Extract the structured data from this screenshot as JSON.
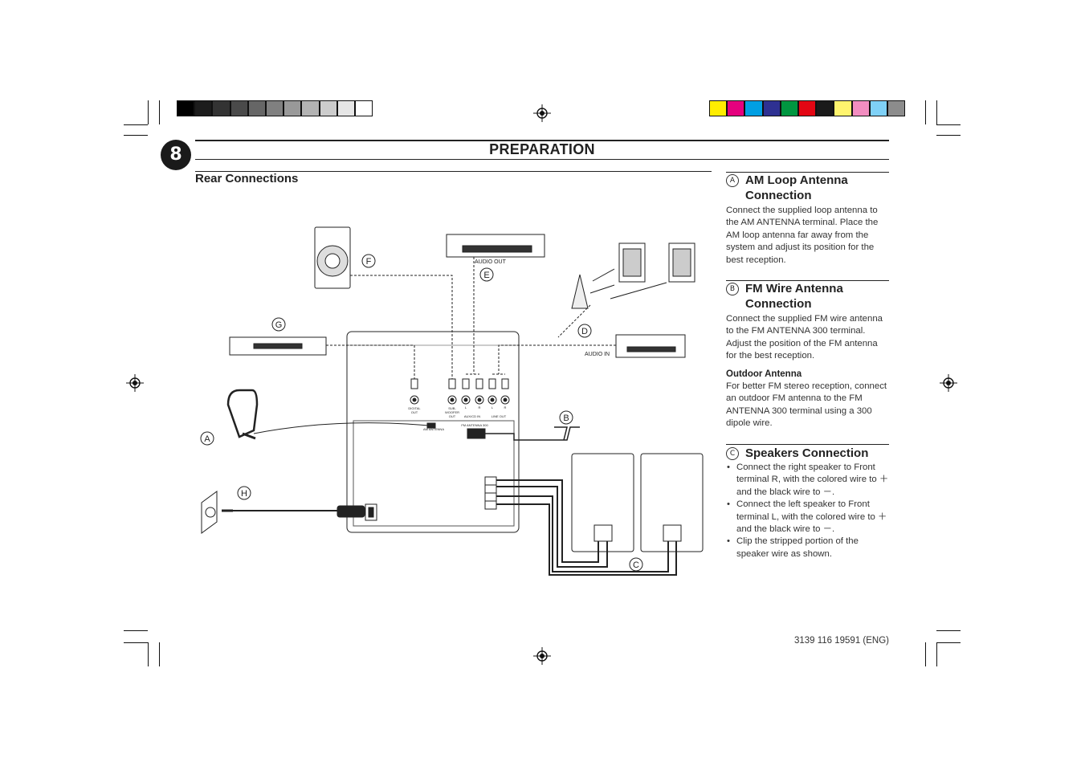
{
  "page": {
    "number": "8",
    "title": "PREPARATION",
    "diagram_title": "Rear Connections",
    "footer_code": "3139 116 19591 (ENG)"
  },
  "diagram": {
    "callouts": [
      "A",
      "B",
      "C",
      "D",
      "E",
      "F",
      "G",
      "H"
    ],
    "labels": {
      "audio_out": "AUDIO OUT",
      "audio_in": "AUDIO IN",
      "digital_out_1": "DIGITAL",
      "digital_out_2": "OUT",
      "subwoofer_1": "SUB-",
      "subwoofer_2": "WOOFER",
      "subwoofer_3": "OUT",
      "aux_in": "AUX/CD IN",
      "line_out": "LINE OUT",
      "jack_l1": "L",
      "jack_r1": "R",
      "jack_l2": "L",
      "jack_r2": "R",
      "am_antenna": "AM ANTENNA",
      "fm_antenna": "FM ANTENNA 300"
    }
  },
  "sections": {
    "am": {
      "letter": "A",
      "heading": "AM Loop Antenna Connection",
      "body": "Connect the supplied loop antenna to the AM ANTENNA terminal. Place the AM loop antenna far away from the system and adjust its position for the best reception."
    },
    "fm": {
      "letter": "B",
      "heading": "FM Wire Antenna Connection",
      "body": "Connect the supplied FM wire antenna to the FM ANTENNA 300     terminal. Adjust the position of the FM antenna for the best reception."
    },
    "outdoor": {
      "heading": "Outdoor Antenna",
      "body": "For better FM stereo reception, connect an outdoor FM antenna to the FM ANTENNA 300     terminal using a 300     dipole wire."
    },
    "speakers": {
      "letter": "C",
      "heading": "Speakers Connection",
      "bullets": [
        "Connect the right speaker to Front terminal R, with the colored wire to ＋ and the black wire to －.",
        "Connect the left speaker to Front terminal L, with the colored wire to ＋ and the black wire to －.",
        "Clip the stripped portion of the speaker wire as shown."
      ]
    }
  },
  "print_marks": {
    "gray_bar": [
      "#000000",
      "#1c1c1c",
      "#333333",
      "#4a4a4a",
      "#666666",
      "#808080",
      "#999999",
      "#b3b3b3",
      "#cccccc",
      "#e6e6e6",
      "#ffffff"
    ],
    "color_bar": [
      "#ffed00",
      "#e5007e",
      "#009fe3",
      "#2e3192",
      "#009640",
      "#e30613",
      "#1a1a1a",
      "#fff46e",
      "#f28dc0",
      "#7fd1f7",
      "#8c8c8c"
    ]
  }
}
